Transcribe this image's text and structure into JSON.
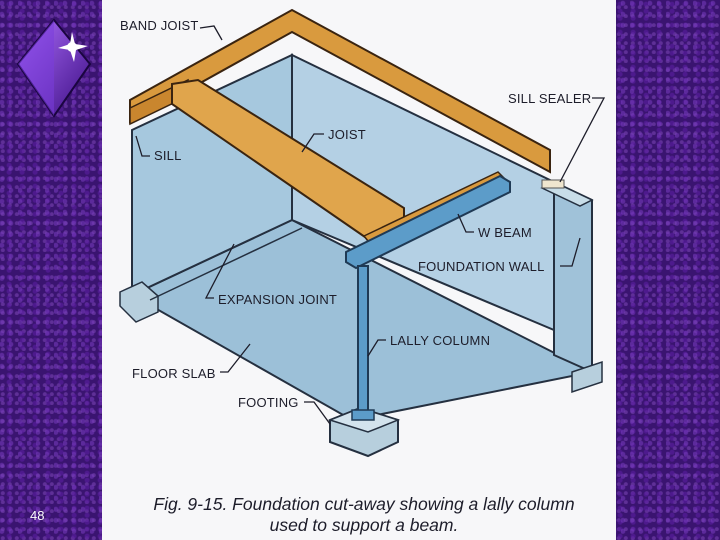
{
  "slide": {
    "page_number": "48",
    "caption_line1": "Fig. 9-15. Foundation cut-away showing a lally column",
    "caption_line2": "used to support a beam."
  },
  "labels": {
    "band_joist": "BAND JOIST",
    "sill_sealer": "SILL SEALER",
    "joist": "JOIST",
    "sill": "SILL",
    "w_beam": "W BEAM",
    "foundation_wall": "FOUNDATION WALL",
    "expansion_joint": "EXPANSION JOINT",
    "lally_column": "LALLY COLUMN",
    "floor_slab": "FLOOR SLAB",
    "footing": "FOOTING"
  },
  "colors": {
    "wood": "#d99a3e",
    "concrete": "#9cc0d8",
    "steel": "#5c9cc9",
    "background": "#3a1470"
  }
}
